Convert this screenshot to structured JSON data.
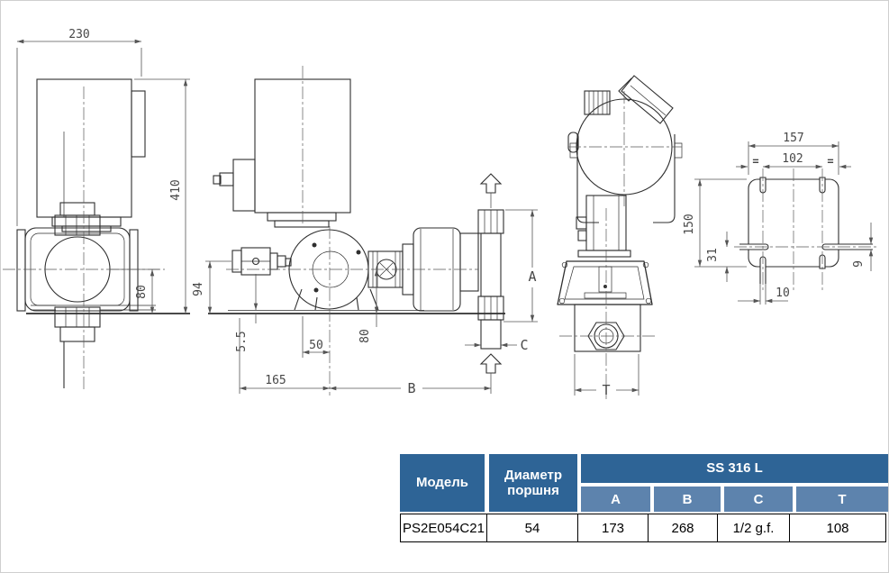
{
  "drawing": {
    "dims": {
      "width_top": "230",
      "height_total": "410",
      "center_h_left": "80",
      "knob_h": "94",
      "plate_thk": "5.5",
      "foot_off": "50",
      "center_h_front": "80",
      "base_len": "165",
      "label_a": "A",
      "label_b": "B",
      "label_c": "C",
      "label_t": "T",
      "plate_w": "157",
      "plate_holes_w": "102",
      "plate_h": "150",
      "slot_off": "31",
      "slot_w_bottom": "10",
      "slot_w_side": "9",
      "equal_mark": "="
    }
  },
  "table": {
    "headers": {
      "model": "Модель",
      "piston": "Диаметр поршня",
      "material": "SS 316 L",
      "a": "A",
      "b": "B",
      "c": "C",
      "t": "T"
    },
    "row": {
      "model": "PS2E054C21",
      "piston": "54",
      "a": "173",
      "b": "268",
      "c": "1/2 g.f.",
      "t": "108"
    }
  },
  "colors": {
    "header_dark": "#2e6496",
    "header_light": "#5d83ad",
    "line": "#2f2f2f",
    "dim": "#555555"
  }
}
